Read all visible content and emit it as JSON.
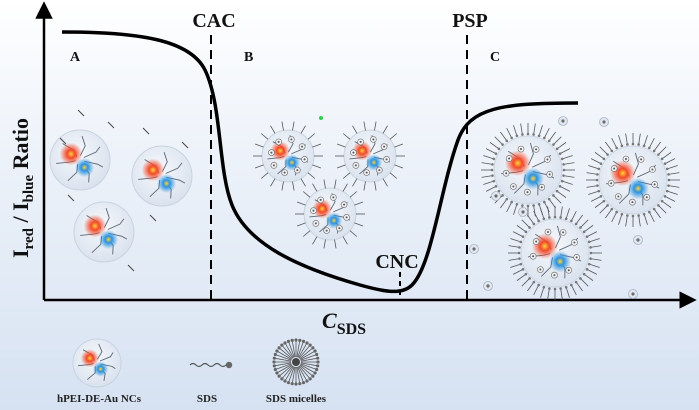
{
  "axes": {
    "ylabel_main": "I",
    "ylabel_sub1": "red",
    "ylabel_mid": " / I",
    "ylabel_sub2": "blue",
    "ylabel_end": " Ratio",
    "xlabel_main": "C",
    "xlabel_sub": "SDS"
  },
  "markers": {
    "cac": "CAC",
    "psp": "PSP",
    "cnc": "CNC"
  },
  "regions": {
    "a": "A",
    "b": "B",
    "c": "C"
  },
  "legend": {
    "nc_label": "hPEI-DE-Au NCs",
    "sds_label": "SDS",
    "micelle_label": "SDS micelles"
  },
  "colors": {
    "curve": "#000000",
    "particle_fill": "#e9eef5",
    "red_core": "#e8302a",
    "blue_core": "#2a8fd6",
    "micelle_head": "#8a8a8a"
  }
}
